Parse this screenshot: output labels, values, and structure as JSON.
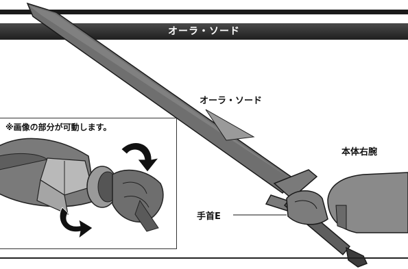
{
  "title": "オーラ・ソード",
  "labels": {
    "sword": "オーラ・ソード",
    "arm": "本体右腕",
    "wrist": "手首E",
    "inset_note": "※画像の部分が可動します。"
  },
  "colors": {
    "title_bar": "#2e2e2e",
    "blade": "#707070",
    "armor": "#8a8a8a"
  }
}
